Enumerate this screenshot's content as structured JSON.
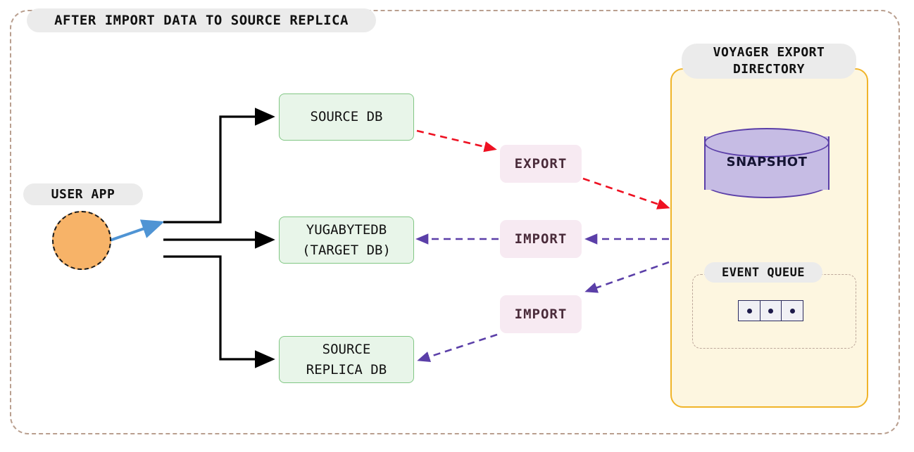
{
  "diagram": {
    "title": "AFTER IMPORT DATA TO SOURCE REPLICA",
    "type": "architecture-flow"
  },
  "actors": {
    "user_app": {
      "title": "USER APP",
      "shape": "circle",
      "color": "#f7b368",
      "border": "dashed black"
    }
  },
  "databases": [
    {
      "id": "source-db",
      "label": "SOURCE DB"
    },
    {
      "id": "target-db",
      "label": "YUGABYTEDB\n(TARGET DB)"
    },
    {
      "id": "replica-db",
      "label": "SOURCE\nREPLICA DB"
    }
  ],
  "actions": {
    "export": "EXPORT",
    "import_target": "IMPORT",
    "import_replica": "IMPORT"
  },
  "voyager": {
    "title": "VOYAGER EXPORT\nDIRECTORY",
    "snapshot": "SNAPSHOT",
    "event_queue": {
      "title": "EVENT QUEUE",
      "cells": [
        "event",
        "event",
        "event"
      ]
    }
  },
  "colors": {
    "frame_border": "#b99f8f",
    "pill_bg": "#ebebeb",
    "db_fill": "#e8f5e9",
    "db_border": "#81c784",
    "action_fill": "#f7eaf2",
    "action_text": "#4a2b3a",
    "voyager_fill": "#fdf6e0",
    "voyager_border": "#f0b429",
    "snapshot_fill": "#c6bce4",
    "snapshot_border": "#5b3fa8",
    "export_arrow": "#ee1122",
    "import_arrow": "#5b3fa8",
    "user_flow_arrow": "#4f94d4",
    "user_app_fill": "#f7b368"
  }
}
